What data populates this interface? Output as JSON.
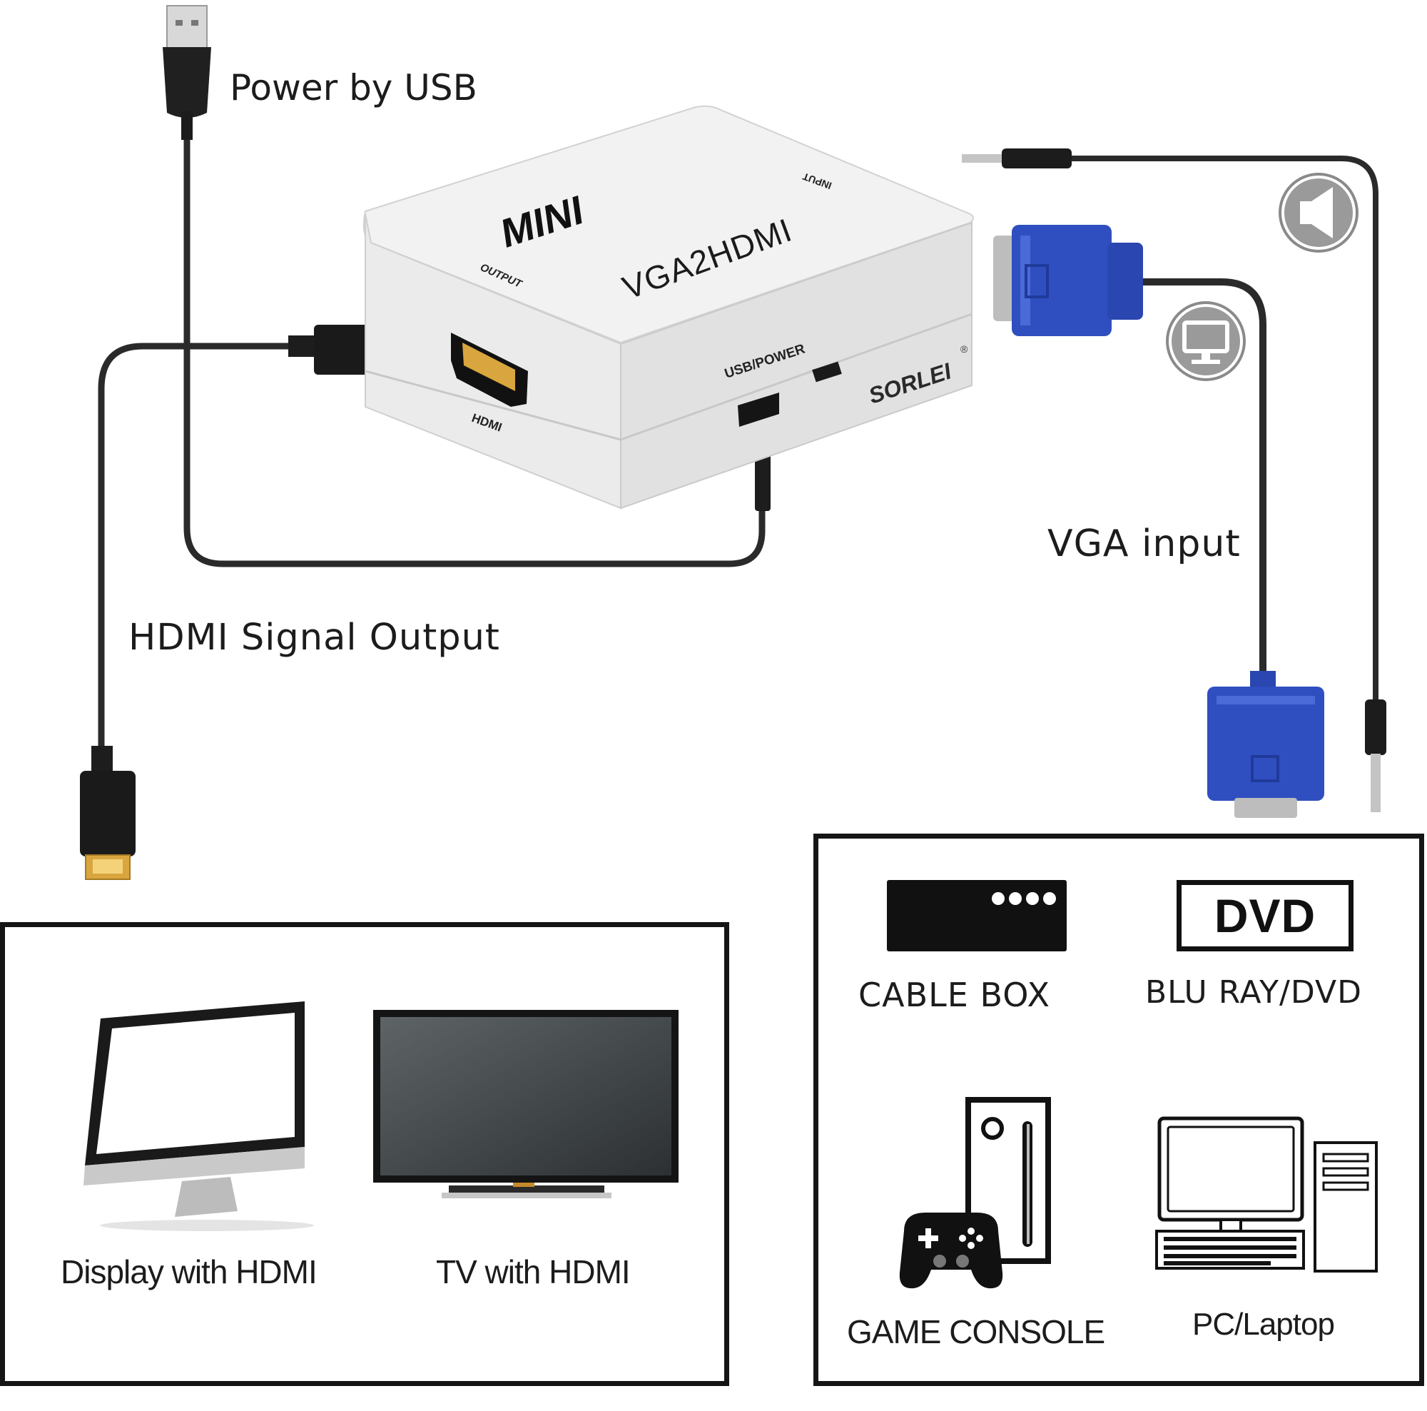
{
  "labels": {
    "power": "Power by USB",
    "hdmi_output": "HDMI Signal Output",
    "vga_input": "VGA input"
  },
  "device": {
    "model_badge": "MINI",
    "model_name": "VGA2HDMI",
    "input_port": "INPUT",
    "output_port": "OUTPUT",
    "hdmi_port": "HDMI",
    "usb_port": "USB/POWER",
    "brand": "SORLEI",
    "registered": "®"
  },
  "outputs": [
    {
      "label": "Display with HDMI",
      "icon": "monitor-icon"
    },
    {
      "label": "TV with HDMI",
      "icon": "tv-icon"
    }
  ],
  "sources": [
    {
      "label": "CABLE BOX",
      "icon": "cable-box-icon"
    },
    {
      "label": "BLU RAY/DVD",
      "icon": "dvd-player-icon",
      "badge": "DVD"
    },
    {
      "label": "GAME CONSOLE",
      "icon": "game-console-icon"
    },
    {
      "label": "PC/Laptop",
      "icon": "pc-icon"
    }
  ],
  "colors": {
    "vga_blue": "#2f4fc0",
    "cable": "#262626",
    "hdmi_gold": "#d9a53f",
    "badge_gray": "#8a8a8a"
  }
}
